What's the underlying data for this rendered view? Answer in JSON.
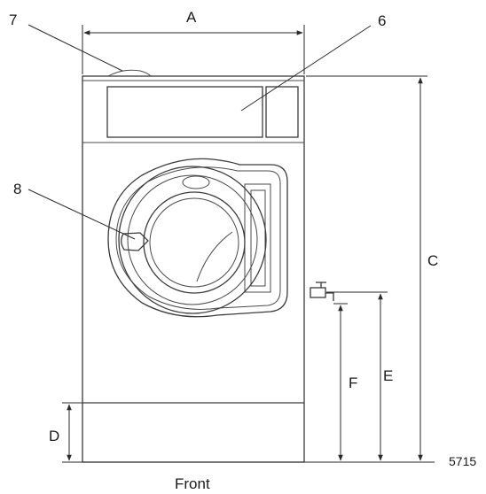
{
  "labels": {
    "a": "A",
    "c": "C",
    "d": "D",
    "e": "E",
    "f": "F",
    "six": "6",
    "seven": "7",
    "eight": "8",
    "code": "5715",
    "front": "Front"
  }
}
